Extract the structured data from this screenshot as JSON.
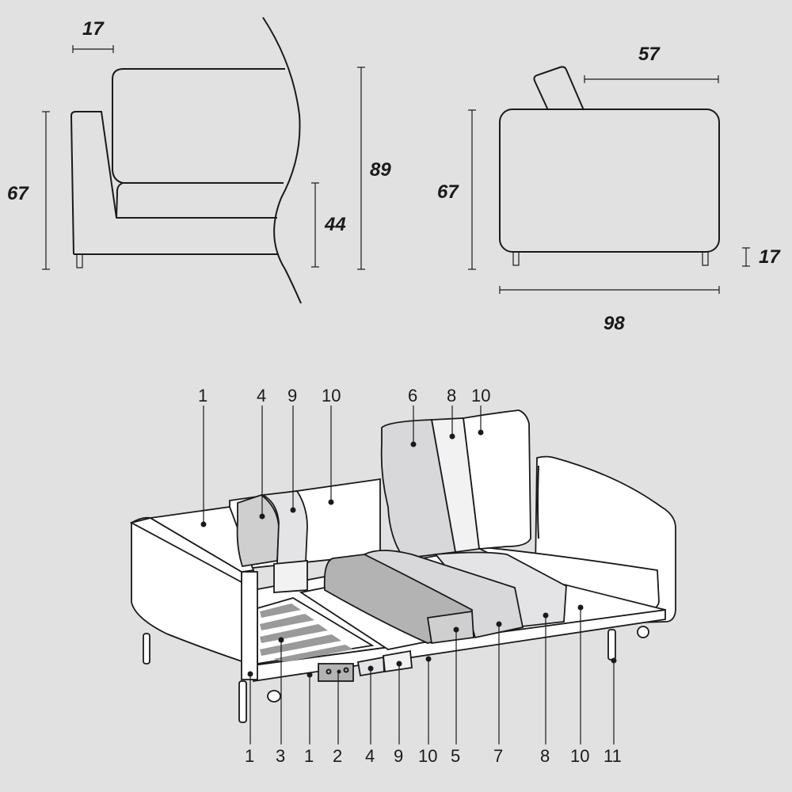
{
  "side_view": {
    "dimensions": {
      "armrest_width": "17",
      "total_height": "67",
      "back_height": "89",
      "seat_height": "44"
    }
  },
  "end_view": {
    "dimensions": {
      "seat_depth": "57",
      "height": "67",
      "leg_height": "17",
      "depth": "98"
    }
  },
  "exploded_view": {
    "top_callouts": [
      {
        "label": "1"
      },
      {
        "label": "4"
      },
      {
        "label": "9"
      },
      {
        "label": "10"
      },
      {
        "label": "6"
      },
      {
        "label": "8"
      },
      {
        "label": "10"
      }
    ],
    "bottom_callouts": [
      {
        "label": "1"
      },
      {
        "label": "3"
      },
      {
        "label": "1"
      },
      {
        "label": "2"
      },
      {
        "label": "4"
      },
      {
        "label": "9"
      },
      {
        "label": "10"
      },
      {
        "label": "5"
      },
      {
        "label": "7"
      },
      {
        "label": "8"
      },
      {
        "label": "10"
      },
      {
        "label": "11"
      }
    ]
  },
  "colors": {
    "background": "#e1e1e1",
    "line": "#1a1a1a",
    "upholstery": "#ffffff",
    "foam_dark": "#b3b3b4",
    "foam_mid": "#cfcfd0",
    "foam_light": "#e4e4e6"
  }
}
